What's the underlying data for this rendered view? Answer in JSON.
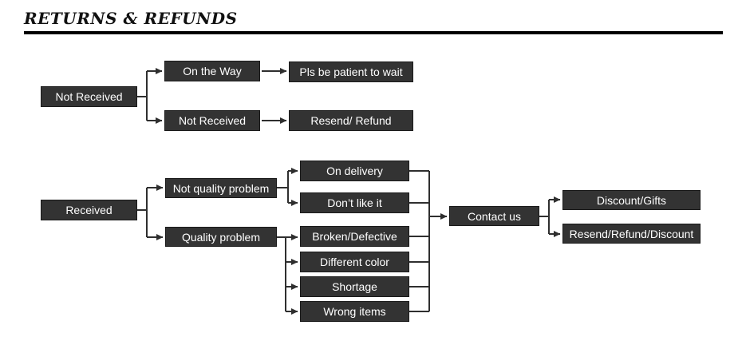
{
  "header": {
    "title": "RETURNS & REFUNDS"
  },
  "colors": {
    "box_fill": "#333333",
    "box_border": "#1a1a1a",
    "line": "#2f2f2f",
    "text": "#ffffff",
    "title": "#111111",
    "background": "#ffffff"
  },
  "tree": {
    "not_received": {
      "label": "Not Received",
      "branches": [
        {
          "label": "On the Way",
          "result": "Pls be patient to wait"
        },
        {
          "label": "Not Received",
          "result": "Resend/ Refund"
        }
      ]
    },
    "received": {
      "label": "Received",
      "branches": [
        {
          "label": "Not quality problem",
          "reasons": [
            "On delivery",
            "Don’t like it"
          ]
        },
        {
          "label": "Quality problem",
          "reasons": [
            "Broken/Defective",
            "Different color",
            "Shortage",
            "Wrong items"
          ]
        }
      ],
      "next": {
        "label": "Contact us",
        "outcomes": [
          "Discount/Gifts",
          "Resend/Refund/Discount"
        ]
      }
    }
  }
}
